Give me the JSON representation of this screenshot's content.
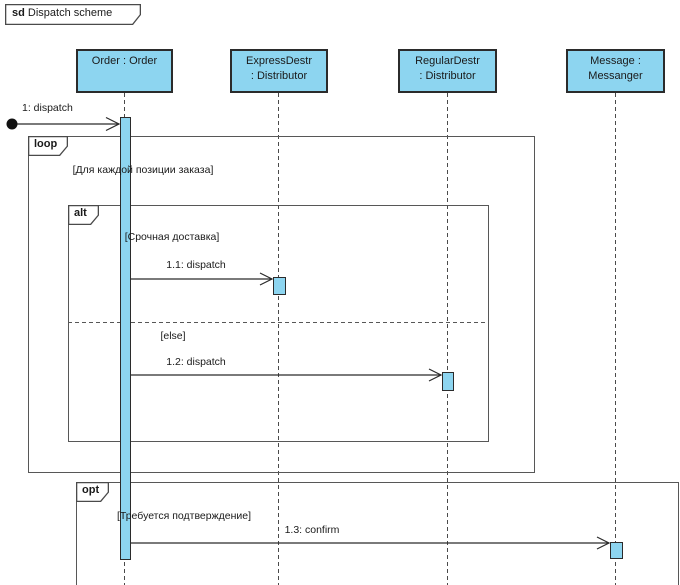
{
  "diagram": {
    "title": {
      "keyword": "sd",
      "name": "Dispatch scheme"
    },
    "lifelines": [
      {
        "id": "order",
        "line1": "Order : Order",
        "line2": ""
      },
      {
        "id": "express-destr",
        "line1": "ExpressDestr",
        "line2": ": Distributor"
      },
      {
        "id": "regular-destr",
        "line1": "RegularDestr",
        "line2": ": Distributor"
      },
      {
        "id": "messanger",
        "line1": "Message :",
        "line2": "Messanger"
      }
    ],
    "fragments": {
      "loop": {
        "operator": "loop",
        "guard": "[Для каждой позиции заказа]"
      },
      "alt": {
        "operator": "alt",
        "guard_urgent": "[Срочная доставка]",
        "guard_else": "[else]"
      },
      "opt": {
        "operator": "opt",
        "guard": "[Требуется подтверждение]"
      }
    },
    "messages": {
      "m1": "1: dispatch",
      "m1_1": "1.1: dispatch",
      "m1_2": "1.2: dispatch",
      "m1_3": "1.3: confirm"
    },
    "colors": {
      "lifeline_fill": "#8DD5F0",
      "shape_border": "#2b2b2b",
      "frame_border": "#575757",
      "message_line": "#2b2b2b"
    }
  }
}
